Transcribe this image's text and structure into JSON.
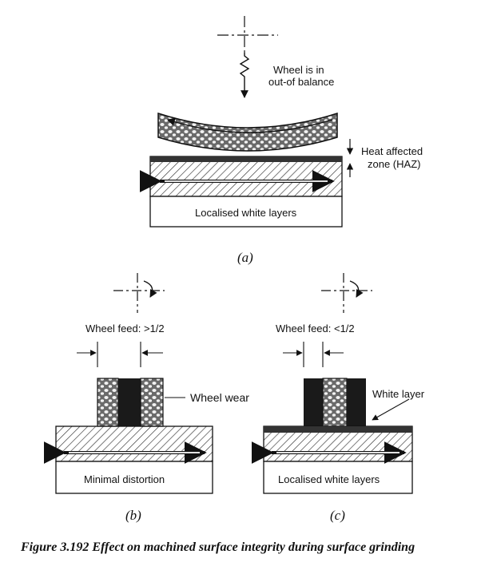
{
  "panel_a": {
    "out_of_balance_line1": "Wheel  is in",
    "out_of_balance_line2": "out-of balance",
    "haz_line1": "Heat affected",
    "haz_line2": "zone (HAZ)",
    "workpiece_label": "Localised white layers",
    "sublabel": "(a)"
  },
  "panel_b": {
    "feed_label": "Wheel feed: >1/2",
    "wear_label": "Wheel  wear",
    "workpiece_label": "Minimal distortion",
    "sublabel": "(b)"
  },
  "panel_c": {
    "feed_label": "Wheel feed: <1/2",
    "white_layer_label": "White layer",
    "workpiece_label": "Localised white layers",
    "sublabel": "(c)"
  },
  "caption": "Figure 3.192 Effect on machined surface integrity during surface grinding"
}
